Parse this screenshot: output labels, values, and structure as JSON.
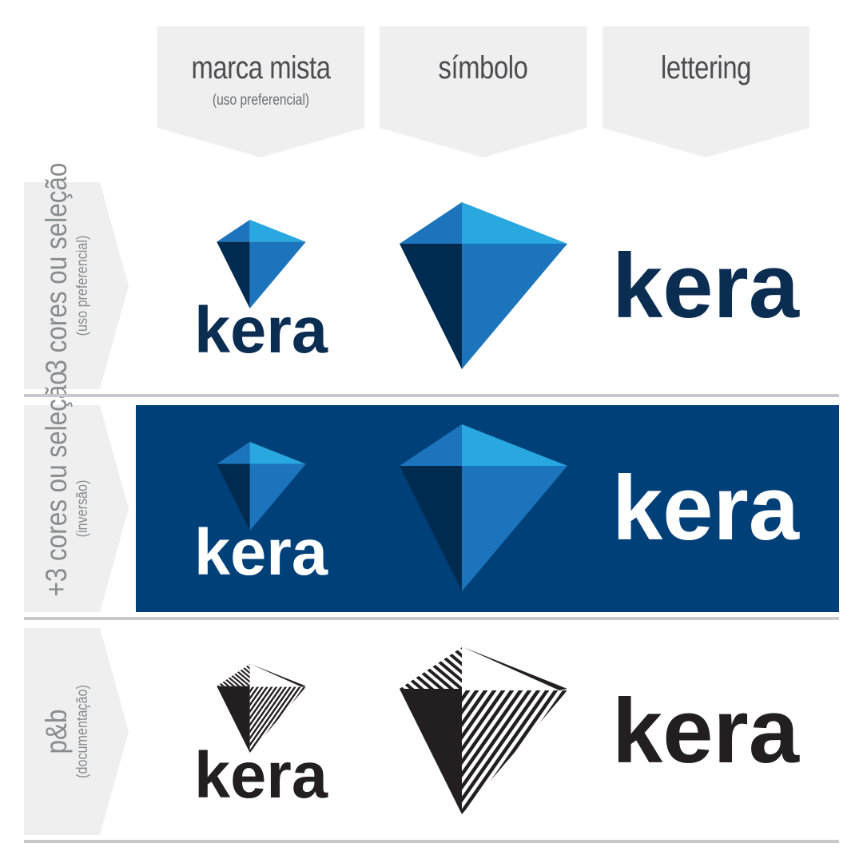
{
  "columns": [
    {
      "title": "marca mista",
      "subtitle": "(uso preferencial)"
    },
    {
      "title": "símbolo"
    },
    {
      "title": "lettering"
    }
  ],
  "rows": [
    {
      "title": "3 cores ou seleção",
      "subtitle": "(uso preferencial)"
    },
    {
      "title": "+3 cores ou seleção",
      "subtitle": "(inversão)"
    },
    {
      "title": "p&b",
      "subtitle": "(documentação)"
    }
  ],
  "brand": {
    "wordmark": "kera",
    "colors": {
      "light_blue": "#29a8e0",
      "mid_blue": "#1c75bc",
      "navy": "#002b50",
      "band": "#004079",
      "black": "#231f20"
    }
  }
}
